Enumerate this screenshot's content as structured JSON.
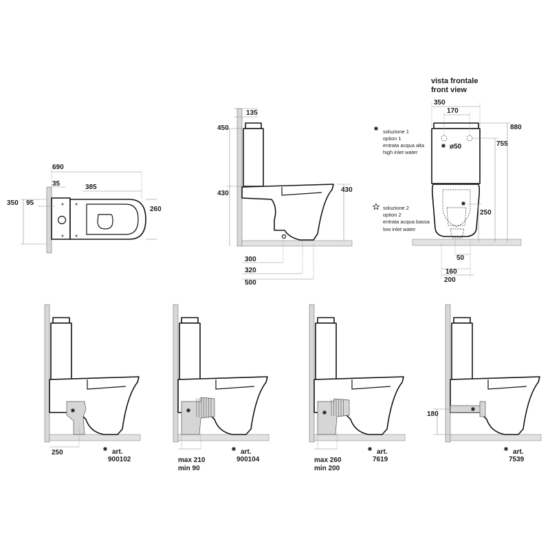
{
  "front_view": {
    "title_it": "vista frontale",
    "title_en": "front view",
    "dims": {
      "width": "350",
      "holes": "170",
      "height": "880",
      "inlet_high": "755",
      "inlet_low": "250",
      "pipe": "ø50",
      "outlet": "50",
      "foot": "160",
      "base": "200"
    },
    "option1": {
      "l1": "soluzione 1",
      "l2": "option 1",
      "l3": "entrata acqua alta",
      "l4": "high inlet water"
    },
    "option2": {
      "l1": "soluzione 2",
      "l2": "option 2",
      "l3": "entrata acqua bassa",
      "l4": "low inlet water"
    }
  },
  "plan_view": {
    "dims": {
      "length": "690",
      "offset": "35",
      "bowl": "385",
      "width": "350",
      "hole": "95",
      "right": "260"
    }
  },
  "side_view": {
    "dims": {
      "cap": "135",
      "tank": "450",
      "bowl_left": "430",
      "bowl_right": "430",
      "d300": "300",
      "d320": "320",
      "d500": "500"
    }
  },
  "installs": [
    {
      "art_label": "art.",
      "art_number": "900102",
      "dims": [
        "250"
      ]
    },
    {
      "art_label": "art.",
      "art_number": "900104",
      "dims": [
        "max 210",
        "min  90"
      ]
    },
    {
      "art_label": "art.",
      "art_number": "7619",
      "dims": [
        "max 260",
        "min  200"
      ]
    },
    {
      "art_label": "art.",
      "art_number": "7539",
      "dims": [
        "180"
      ]
    }
  ],
  "icons": {
    "star_filled": "asterisk-icon",
    "star_outline": "star-outline-icon"
  }
}
